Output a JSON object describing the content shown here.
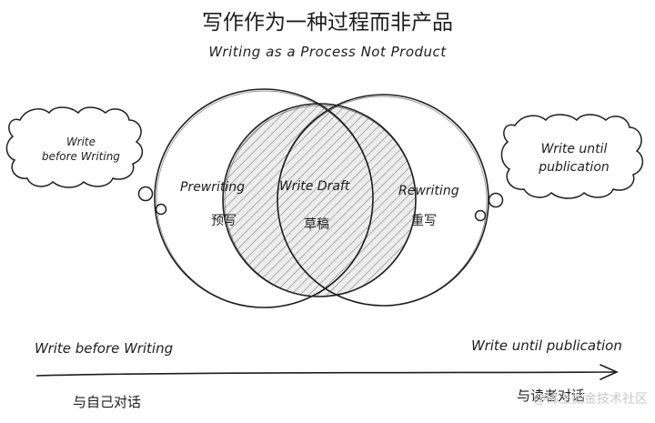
{
  "title": {
    "chinese": "写作作为一种过程而非产品",
    "english": "Writing as a Process Not Product"
  },
  "clouds": {
    "left": {
      "line1": "Write",
      "line2": "before Writing"
    },
    "right": {
      "line1": "Write until",
      "line2": "publication"
    }
  },
  "circles": {
    "prewriting": {
      "english": "Prewriting",
      "chinese": "预写"
    },
    "draft": {
      "english": "Write Draft",
      "chinese": "草稿"
    },
    "rewriting": {
      "english": "Rewriting",
      "chinese": "重写"
    }
  },
  "axis": {
    "left_english": "Write before Writing",
    "right_english": "Write until publication",
    "left_chinese": "与自己对话",
    "right_chinese": "与读者对话"
  },
  "watermark": "@稀土掘金技术社区",
  "colors": {
    "ink": "#1e1e1e",
    "hatch": "#9a9a9a",
    "shade": "#e9e9e9"
  }
}
